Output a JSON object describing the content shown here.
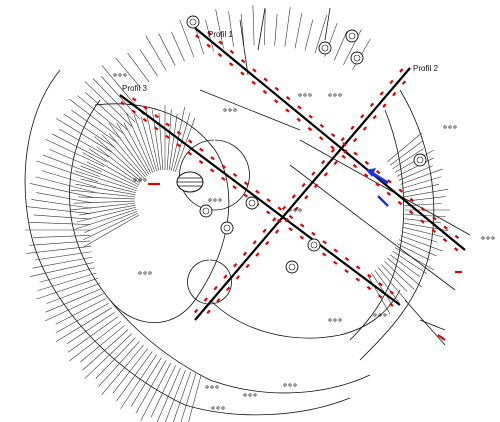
{
  "diagram": {
    "profiles": [
      {
        "label": "Profil 1"
      },
      {
        "label": "Profil 2"
      },
      {
        "label": "Profil 3"
      }
    ],
    "colors": {
      "background": "#ffffff",
      "line": "#111111",
      "profile_line": "#000000",
      "markers": "#e00000",
      "arrow": "#1a33d6"
    },
    "icons": [
      "tree-icon",
      "boulder-icon",
      "pit-icon",
      "arrow-icon",
      "survey-point-icon"
    ]
  }
}
